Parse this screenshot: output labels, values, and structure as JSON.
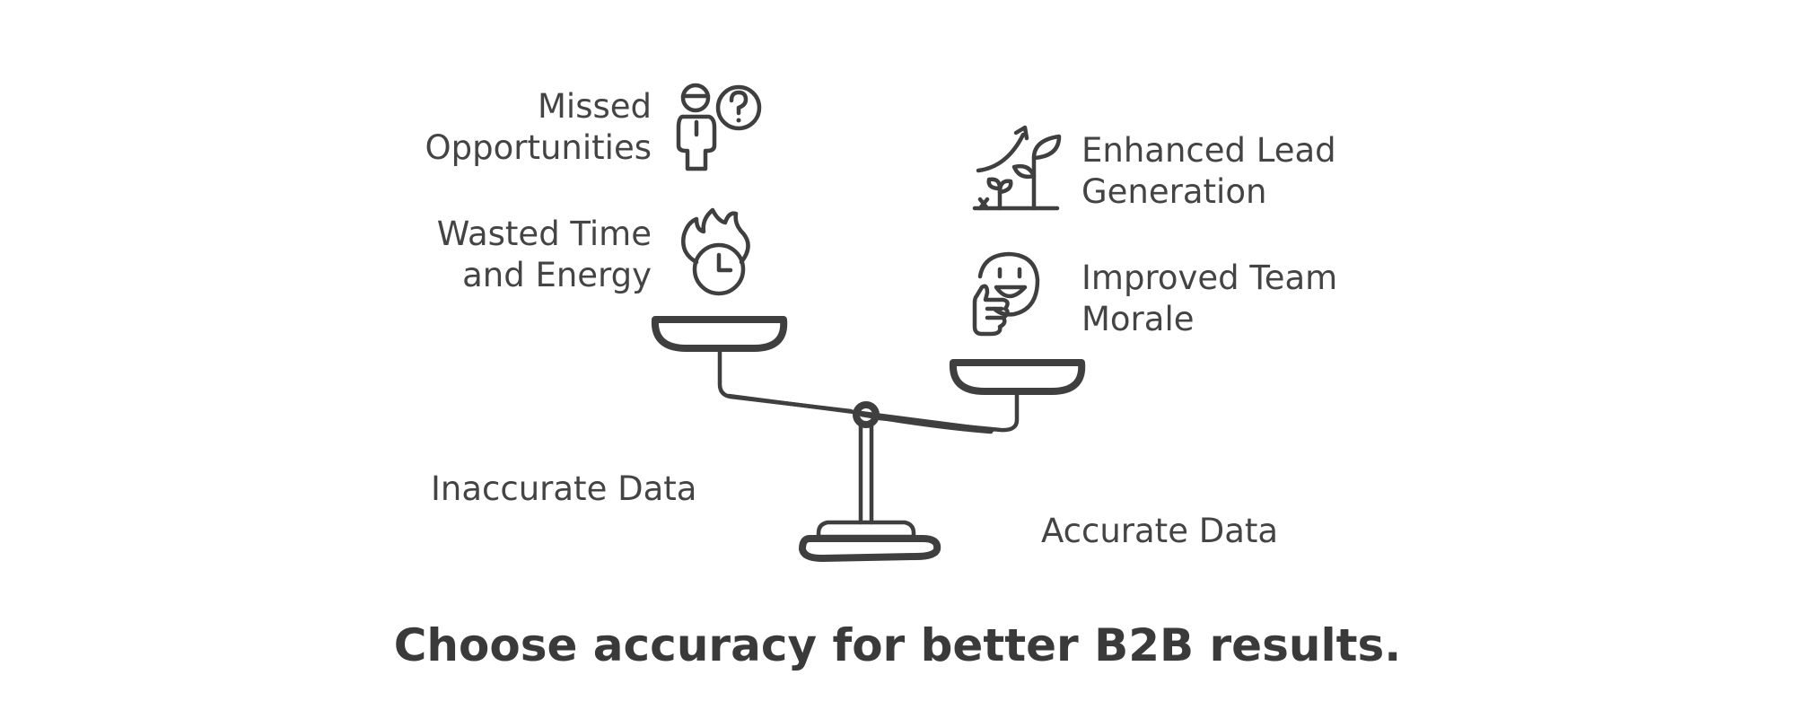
{
  "left": {
    "items": [
      {
        "line1": "Missed",
        "line2": "Opportunities",
        "icon": "confused-person-icon"
      },
      {
        "line1": "Wasted Time",
        "line2": "and Energy",
        "icon": "burning-clock-icon"
      }
    ],
    "base_label": "Inaccurate Data"
  },
  "right": {
    "items": [
      {
        "line1": "Enhanced Lead",
        "line2": "Generation",
        "icon": "growth-plant-icon"
      },
      {
        "line1": "Improved Team",
        "line2": "Morale",
        "icon": "smile-thumbs-up-icon"
      }
    ],
    "base_label": "Accurate Data"
  },
  "caption": "Choose accuracy for better B2B results."
}
